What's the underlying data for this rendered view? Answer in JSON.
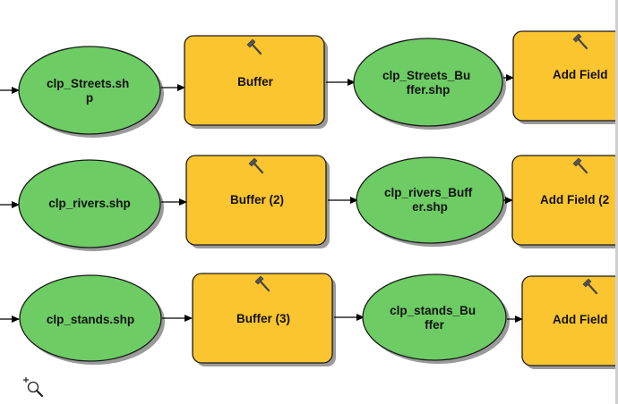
{
  "rows": [
    {
      "input": {
        "lines": [
          "clp_Streets.sh",
          "p"
        ]
      },
      "tool": {
        "lines": [
          "Buffer"
        ]
      },
      "output": {
        "lines": [
          "clp_Streets_Bu",
          "ffer.shp"
        ]
      },
      "next_tool": {
        "lines": [
          "Add Field"
        ]
      }
    },
    {
      "input": {
        "lines": [
          "clp_rivers.shp"
        ]
      },
      "tool": {
        "lines": [
          "Buffer (2)"
        ]
      },
      "output": {
        "lines": [
          "clp_rivers_Buff",
          "er.shp"
        ]
      },
      "next_tool": {
        "lines": [
          "Add Field (2"
        ]
      }
    },
    {
      "input": {
        "lines": [
          "clp_stands.shp"
        ]
      },
      "tool": {
        "lines": [
          "Buffer (3)"
        ]
      },
      "output": {
        "lines": [
          "clp_stands_Bu",
          "ffer"
        ]
      },
      "next_tool": {
        "lines": [
          "Add Field"
        ]
      }
    }
  ],
  "icons": {
    "tool": "hammer-icon",
    "cursor": "zoom-in-cursor-icon"
  },
  "colors": {
    "data_fill": "#6dcc64",
    "tool_fill": "#fbc530",
    "stroke": "#1a1a1a",
    "shadow": "#9a9a9a"
  }
}
